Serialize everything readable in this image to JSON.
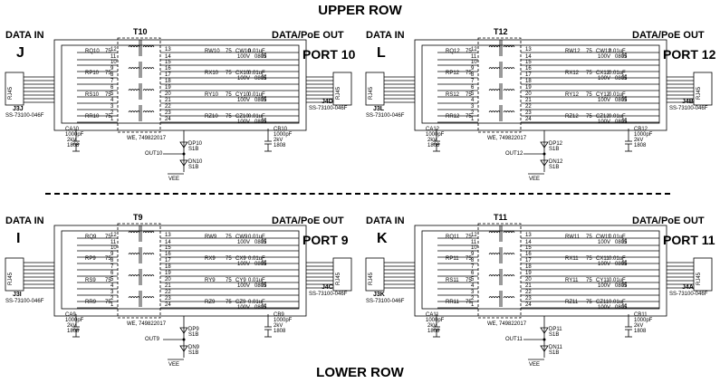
{
  "upper_row_title": "UPPER ROW",
  "lower_row_title": "LOWER ROW",
  "blocks": [
    {
      "data_in": "DATA IN",
      "data_out": "DATA/PoE OUT",
      "letter": "J",
      "port": "PORT 10",
      "transformer": "T10",
      "jack_in": "J3J",
      "jack_in_part": "SS-73100-046F",
      "jack_out": "J4D",
      "jack_out_part": "SS-73100-046F",
      "rj": "RJ45",
      "left_res": [
        "RQ10",
        "RP10",
        "RS10",
        "RR10"
      ],
      "left_val": "75",
      "right_res": [
        "RW10",
        "RX10",
        "RY10",
        "RZ10"
      ],
      "right_val": "75",
      "caps": [
        "CW10",
        "CX10",
        "CY10",
        "CZ10"
      ],
      "cap_val": "0.01uF",
      "cap_volt": "100V",
      "cap_pkg": "0805",
      "pins_left": [
        "12",
        "11",
        "10",
        "9",
        "8",
        "7",
        "6",
        "5",
        "4",
        "3",
        "2",
        "1"
      ],
      "pins_right": [
        "13",
        "14",
        "15",
        "16",
        "17",
        "18",
        "19",
        "20",
        "21",
        "22",
        "23",
        "24"
      ],
      "ca": "CA10",
      "cb": "CB10",
      "c_val": "1000pF",
      "c_volt": "2kV",
      "c_pkg": "1808",
      "tf_part": "WE, 749822017",
      "dp": "DP10",
      "dn": "DN10",
      "diode_part": "S1B",
      "out": "OUT10",
      "vee": "VEE"
    },
    {
      "data_in": "DATA IN",
      "data_out": "DATA/PoE OUT",
      "letter": "L",
      "port": "PORT 12",
      "transformer": "T12",
      "jack_in": "J3L",
      "jack_in_part": "SS-73100-046F",
      "jack_out": "J4B",
      "jack_out_part": "SS-73100-046F",
      "rj": "RJ45",
      "left_res": [
        "RQ12",
        "RP12",
        "RS12",
        "RR12"
      ],
      "left_val": "75",
      "right_res": [
        "RW12",
        "RX12",
        "RY12",
        "RZ12"
      ],
      "right_val": "75",
      "caps": [
        "CW12",
        "CX12",
        "CY12",
        "CZ12"
      ],
      "cap_val": "0.01uF",
      "cap_volt": "100V",
      "cap_pkg": "0805",
      "pins_left": [
        "12",
        "11",
        "10",
        "9",
        "8",
        "7",
        "6",
        "5",
        "4",
        "3",
        "2",
        "1"
      ],
      "pins_right": [
        "13",
        "14",
        "15",
        "16",
        "17",
        "18",
        "19",
        "20",
        "21",
        "22",
        "23",
        "24"
      ],
      "ca": "CA12",
      "cb": "CB12",
      "c_val": "1000pF",
      "c_volt": "2kV",
      "c_pkg": "1808",
      "tf_part": "WE, 749822017",
      "dp": "DP12",
      "dn": "DN12",
      "diode_part": "S1B",
      "out": "OUT12",
      "vee": "VEE"
    },
    {
      "data_in": "DATA IN",
      "data_out": "DATA/PoE OUT",
      "letter": "I",
      "port": "PORT 9",
      "transformer": "T9",
      "jack_in": "J3I",
      "jack_in_part": "SS-73100-046F",
      "jack_out": "J4C",
      "jack_out_part": "SS-73100-046F",
      "rj": "RJ45",
      "left_res": [
        "RQ9",
        "RP9",
        "RS9",
        "RR9"
      ],
      "left_val": "75",
      "right_res": [
        "RW9",
        "RX9",
        "RY9",
        "RZ9"
      ],
      "right_val": "75",
      "caps": [
        "CW9",
        "CX9",
        "CY9",
        "CZ9"
      ],
      "cap_val": "0.01uF",
      "cap_volt": "100V",
      "cap_pkg": "0805",
      "pins_left": [
        "12",
        "11",
        "10",
        "9",
        "8",
        "7",
        "6",
        "5",
        "4",
        "3",
        "2",
        "1"
      ],
      "pins_right": [
        "13",
        "14",
        "15",
        "16",
        "17",
        "18",
        "19",
        "20",
        "21",
        "22",
        "23",
        "24"
      ],
      "ca": "CA9",
      "cb": "CB9",
      "c_val": "1000pF",
      "c_volt": "2kV",
      "c_pkg": "1808",
      "tf_part": "WE, 749822017",
      "dp": "DP9",
      "dn": "DN9",
      "diode_part": "S1B",
      "out": "OUT9",
      "vee": "VEE"
    },
    {
      "data_in": "DATA IN",
      "data_out": "DATA/PoE OUT",
      "letter": "K",
      "port": "PORT 11",
      "transformer": "T11",
      "jack_in": "J3K",
      "jack_in_part": "SS-73100-046F",
      "jack_out": "J4A",
      "jack_out_part": "SS-73100-046F",
      "rj": "RJ45",
      "left_res": [
        "RQ11",
        "RP11",
        "RS11",
        "RR11"
      ],
      "left_val": "75",
      "right_res": [
        "RW11",
        "RX11",
        "RY11",
        "RZ11"
      ],
      "right_val": "75",
      "caps": [
        "CW11",
        "CX11",
        "CY11",
        "CZ11"
      ],
      "cap_val": "0.01uF",
      "cap_volt": "100V",
      "cap_pkg": "0805",
      "pins_left": [
        "12",
        "11",
        "10",
        "9",
        "8",
        "7",
        "6",
        "5",
        "4",
        "3",
        "2",
        "1"
      ],
      "pins_right": [
        "13",
        "14",
        "15",
        "16",
        "17",
        "18",
        "19",
        "20",
        "21",
        "22",
        "23",
        "24"
      ],
      "ca": "CA11",
      "cb": "CB11",
      "c_val": "1000pF",
      "c_volt": "2kV",
      "c_pkg": "1808",
      "tf_part": "WE, 749822017",
      "dp": "DP11",
      "dn": "DN11",
      "diode_part": "S1B",
      "out": "OUT11",
      "vee": "VEE"
    }
  ]
}
